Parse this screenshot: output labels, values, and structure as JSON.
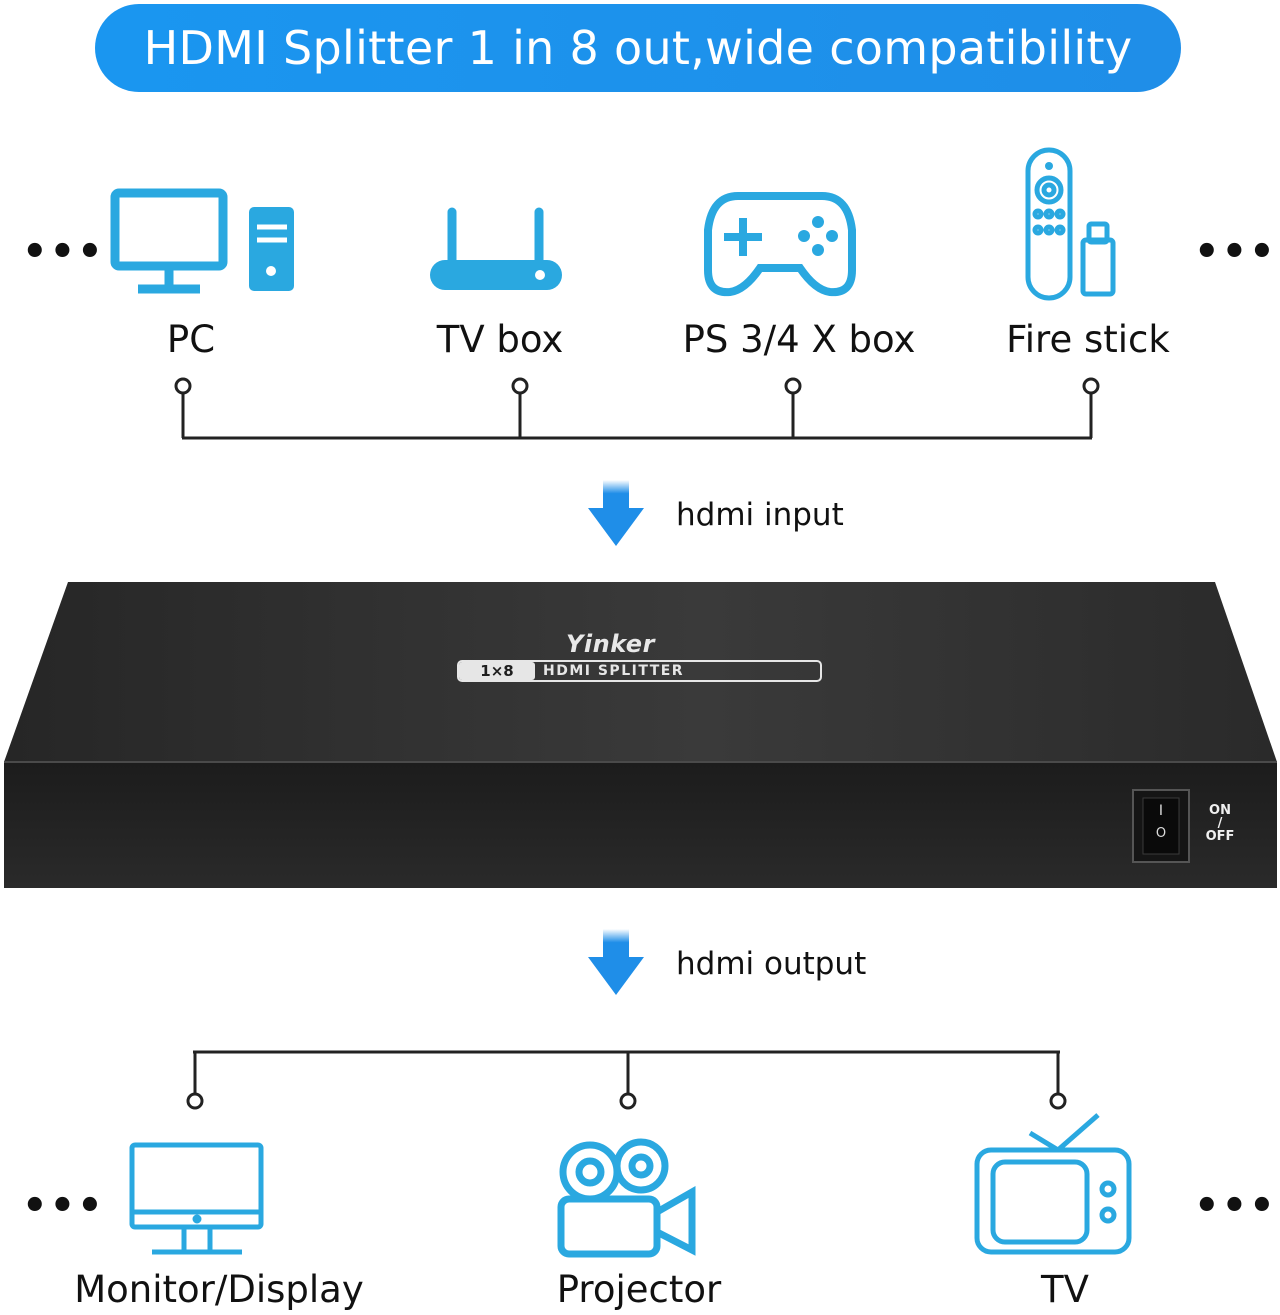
{
  "banner": {
    "title": "HDMI Splitter 1 in 8 out,wide compatibility"
  },
  "more_indicator": "•••",
  "inputs": [
    {
      "label": "PC",
      "icon": "pc-icon"
    },
    {
      "label": "TV box",
      "icon": "router-icon"
    },
    {
      "label": "PS 3/4 X box",
      "icon": "gamepad-icon"
    },
    {
      "label": "Fire stick",
      "icon": "fire-stick-icon"
    }
  ],
  "flow": {
    "input_label": "hdmi input",
    "output_label": "hdmi output"
  },
  "device": {
    "brand": "Yinker",
    "badge_model": "1×8",
    "badge_text": "HDMI SPLITTER",
    "switch_on": "I",
    "switch_off": "O",
    "switch_label_on": "ON",
    "switch_label_sep": "/",
    "switch_label_off": "OFF"
  },
  "outputs": [
    {
      "label": "Monitor/Display",
      "icon": "monitor-icon"
    },
    {
      "label": "Projector",
      "icon": "projector-icon"
    },
    {
      "label": "TV",
      "icon": "tv-icon"
    }
  ],
  "colors": {
    "accent": "#1a96f0",
    "icon": "#2aa8e0",
    "device": "#2b2b2b",
    "line": "#222222"
  }
}
